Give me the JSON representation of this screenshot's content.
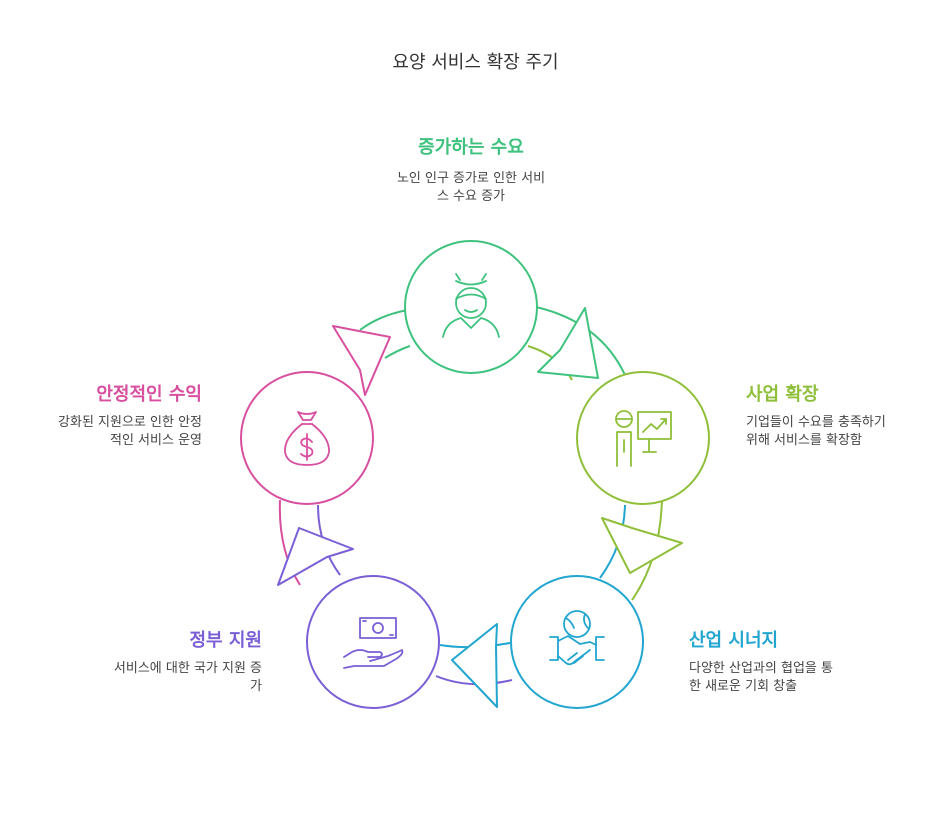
{
  "title": "요양 서비스 확장 주기",
  "colors": {
    "demand": "#3ec27e",
    "expansion": "#8fbf3a",
    "synergy": "#22a6d0",
    "support": "#7a5fd6",
    "revenue": "#d94fa0"
  },
  "stages": [
    {
      "id": "demand",
      "label": "증가하는 수요",
      "description_line1": "노인 인구 증가로 인한 서비",
      "description_line2": "스 수요 증가",
      "icon": "elderly-person-icon"
    },
    {
      "id": "expansion",
      "label": "사업 확장",
      "description_line1": "기업들이 수요를 충족하기",
      "description_line2": "위해 서비스를 확장함",
      "icon": "presentation-growth-icon"
    },
    {
      "id": "synergy",
      "label": "산업 시너지",
      "description_line1": "다양한 산업과의 협업을 통",
      "description_line2": "한 새로운 기회 창출",
      "icon": "handshake-globe-icon"
    },
    {
      "id": "support",
      "label": "정부 지원",
      "description_line1": "서비스에 대한 국가 지원 증",
      "description_line2": "가",
      "icon": "money-hand-icon"
    },
    {
      "id": "revenue",
      "label": "안정적인 수익",
      "description_line1": "강화된 지원으로 인한 안정",
      "description_line2": "적인 서비스 운영",
      "icon": "money-bag-icon"
    }
  ]
}
